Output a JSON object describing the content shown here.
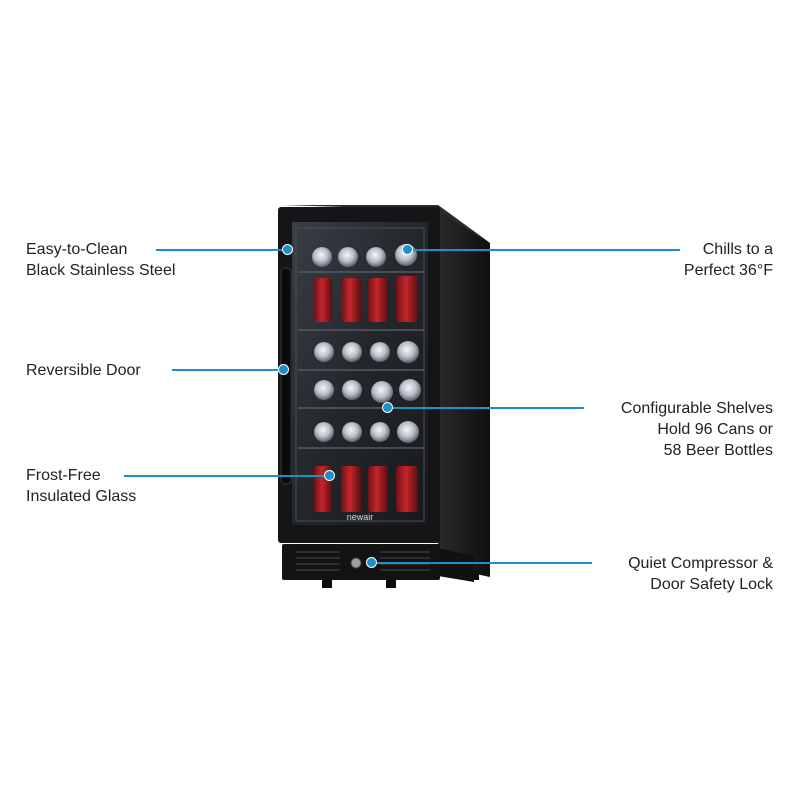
{
  "callouts": {
    "easy_clean": {
      "line1": "Easy-to-Clean",
      "line2": "Black Stainless Steel"
    },
    "reversible_door": {
      "line1": "Reversible Door"
    },
    "frost_free": {
      "line1": "Frost-Free",
      "line2": "Insulated Glass"
    },
    "chills": {
      "line1": "Chills to a",
      "line2": "Perfect 36°F"
    },
    "shelves": {
      "line1": "Configurable Shelves",
      "line2": "Hold 96 Cans or",
      "line3": "58 Beer Bottles"
    },
    "compressor": {
      "line1": "Quiet Compressor &",
      "line2": "Door Safety Lock"
    }
  },
  "brand": {
    "logo_text": "newair"
  },
  "colors": {
    "accent": "#1e90c8",
    "cabinet": "#1c1c1e",
    "glass": "#2a2d33",
    "can_red": "#a51f24"
  }
}
